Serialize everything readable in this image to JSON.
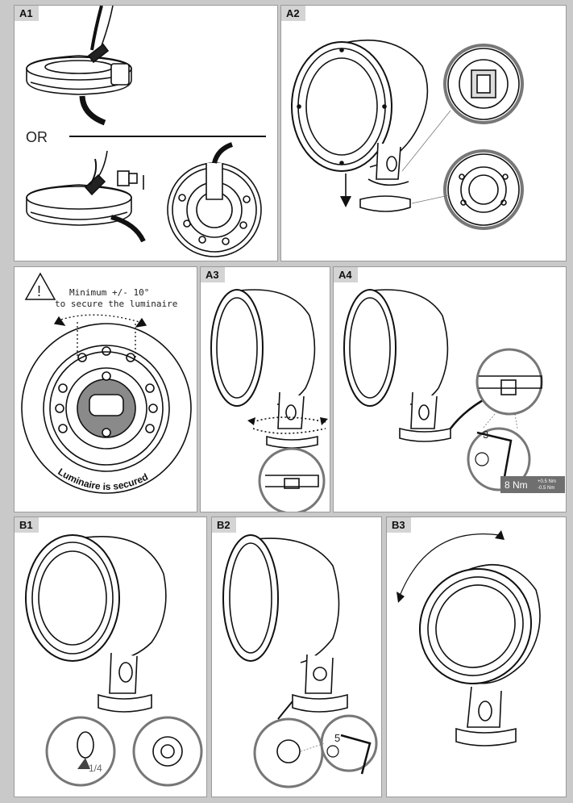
{
  "panels": {
    "a1": {
      "tag": "A1",
      "or_label": "OR"
    },
    "a2": {
      "tag": "A2"
    },
    "warning": {
      "line1": "Minimum +/- 10°",
      "line2": "to secure the luminaire",
      "secured_label": "Luminaire is secured"
    },
    "a3": {
      "tag": "A3"
    },
    "a4": {
      "tag": "A4",
      "key_size": "3",
      "torque_value": "8 Nm",
      "torque_plus": "+0.5 Nm",
      "torque_minus": "-0.5 Nm"
    },
    "b1": {
      "tag": "B1",
      "fraction": "1/4"
    },
    "b2": {
      "tag": "B2",
      "key_size": "5"
    },
    "b3": {
      "tag": "B3"
    }
  },
  "icons": [
    "warning-triangle-icon",
    "rotation-arrow-icon",
    "down-arrow-icon",
    "hex-key-icon",
    "torque-badge"
  ]
}
